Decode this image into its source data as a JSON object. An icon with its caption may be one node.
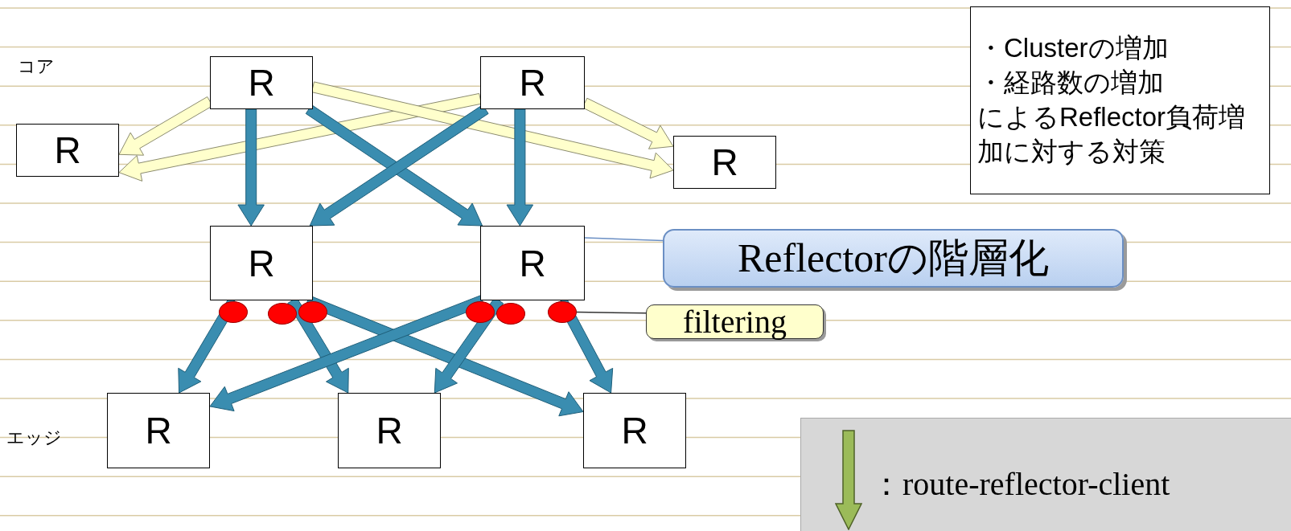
{
  "diagram": {
    "nodes": [
      {
        "text": [
          "R"
        ]
      },
      {
        "text": [
          "R"
        ]
      },
      {
        "text": [
          "R"
        ]
      },
      {
        "text": [
          "R"
        ]
      },
      {
        "text": [
          "R"
        ]
      },
      {
        "text": [
          "R"
        ]
      },
      {
        "text": [
          "R"
        ]
      },
      {
        "text": [
          "R"
        ]
      },
      {
        "text": [
          "R"
        ]
      },
      {
        "text": [
          "Reflectorの階層化"
        ]
      },
      {
        "text": [
          "filtering"
        ]
      },
      {
        "text": [
          "・Clusterの増加",
          "・経路数の増加",
          "によるReflector負荷増加に対する対策"
        ]
      },
      {
        "text": [],
        "shape": "circle"
      },
      {
        "text": [],
        "shape": "circle"
      },
      {
        "text": [],
        "shape": "circle"
      },
      {
        "text": [],
        "shape": "circle"
      },
      {
        "text": [],
        "shape": "circle"
      },
      {
        "text": [],
        "shape": "circle"
      }
    ],
    "edges": [
      {
        "from": 0,
        "to": 2,
        "arrow": "to",
        "color": "#ffffcc"
      },
      {
        "from": 1,
        "to": 2,
        "arrow": "to",
        "color": "#ffffcc"
      },
      {
        "from": 0,
        "to": 3,
        "arrow": "to",
        "color": "#ffffcc"
      },
      {
        "from": 1,
        "to": 3,
        "arrow": "to",
        "color": "#ffffcc"
      },
      {
        "from": 0,
        "to": 4,
        "arrow": "to"
      },
      {
        "from": 0,
        "to": 5,
        "arrow": "to"
      },
      {
        "from": 1,
        "to": 4,
        "arrow": "to"
      },
      {
        "from": 1,
        "to": 5,
        "arrow": "to"
      },
      {
        "from": 4,
        "to": 6,
        "arrow": "to"
      },
      {
        "from": 4,
        "to": 7,
        "arrow": "to"
      },
      {
        "from": 4,
        "to": 8,
        "arrow": "to"
      },
      {
        "from": 5,
        "to": 6,
        "arrow": "to"
      },
      {
        "from": 5,
        "to": 7,
        "arrow": "to"
      },
      {
        "from": 5,
        "to": 8,
        "arrow": "to"
      },
      {
        "from": 9,
        "to": 5,
        "arrow": "none",
        "color": "#6b8fc4"
      },
      {
        "from": 10,
        "to": 17,
        "arrow": "none",
        "color": "#333333"
      }
    ],
    "labels": [
      "コア",
      "エッジ"
    ],
    "legend": [
      {
        "text": "：route-reflector-client"
      }
    ]
  }
}
